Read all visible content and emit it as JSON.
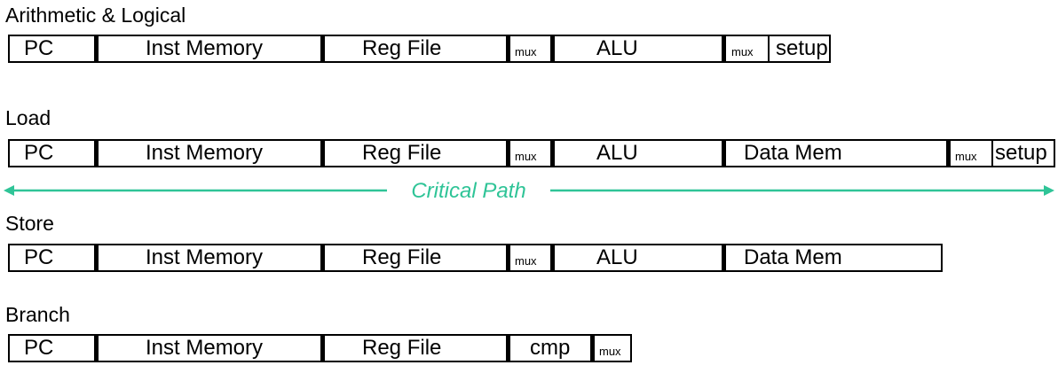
{
  "colors": {
    "critical_path": "#2fc497"
  },
  "rows": {
    "arith": {
      "label": "Arithmetic & Logical",
      "stages": {
        "pc": "PC",
        "inst_memory": "Inst Memory",
        "reg_file": "Reg File",
        "mux1": "mux",
        "alu": "ALU",
        "mux2": "mux",
        "setup": "setup"
      }
    },
    "load": {
      "label": "Load",
      "stages": {
        "pc": "PC",
        "inst_memory": "Inst Memory",
        "reg_file": "Reg File",
        "mux1": "mux",
        "alu": "ALU",
        "data_mem": "Data Mem",
        "mux2": "mux",
        "setup": "setup"
      }
    },
    "store": {
      "label": "Store",
      "stages": {
        "pc": "PC",
        "inst_memory": "Inst Memory",
        "reg_file": "Reg File",
        "mux1": "mux",
        "alu": "ALU",
        "data_mem": "Data Mem"
      }
    },
    "branch": {
      "label": "Branch",
      "stages": {
        "pc": "PC",
        "inst_memory": "Inst Memory",
        "reg_file": "Reg File",
        "cmp": "cmp",
        "mux": "mux"
      }
    }
  },
  "critical_path": {
    "label": "Critical Path"
  }
}
